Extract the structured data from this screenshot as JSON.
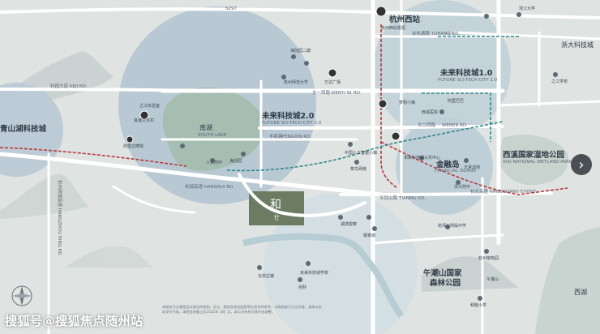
{
  "watermark": "搜狐号@搜狐焦点随州站",
  "nav_arrow": "›",
  "disclaimer": "本图仅为示意图且未按比例绘制，区位、规划及周边配套等信息仅供参考，以政府部门公示为准，具体以实际交付为准。本图信息截止至2022年【4】月，本公司有权对其作出调整。",
  "project": {
    "name": "和",
    "sub": "ㄝ"
  },
  "roads": {
    "s297": "S297",
    "kejiyuan": "科园大道 KEJI RD.",
    "wenyi_xi": "文一西路",
    "wenyi_xi_en": "WENYI W. RD.",
    "wener_xi": "文二西路",
    "wener_xi_en": "WENER RD.",
    "fengxin": "丰新路",
    "fengxin_en": "FENGXIN RD.",
    "hangzhou_rd": "杭瑞高速 HANGRUI RD.",
    "tianmushan": "天目山路",
    "tianmushan_en": "TIANMU RD.",
    "yuhang": "余杭塘路",
    "yuhang_en": "YUHANG RD.",
    "hangchang": "杭长高速 HANGCHANG EXPWY",
    "left_vertical": "杭州绕城高速 HANGZHOU RING RD.",
    "hangzhou_west_line": "杭州西站"
  },
  "areas": {
    "qingshanhu": "青山湖科技城",
    "nanhu": "南湖",
    "nanhu_en": "SOUTH LAKE",
    "weilai_2": "未来科技城2.0",
    "weilai_2_en": "FUTURE SCI-TECH CITY 2.0",
    "weilai_1": "未来科技城1.0",
    "weilai_1_en": "FUTURE SCI-TECH CITY 1.0",
    "zhejiang_uni": "浙大科技城",
    "jinrongdao": "金融岛",
    "jinrongdao_en": "FINANCIAL ISLAND",
    "xixi": "西溪国家湿地公园",
    "xixi_en": "XIXI NATIONAL WETLAND PARK",
    "wuchaoshan": "午潮山国家",
    "wuchaoshan_2": "森林公园",
    "xihu": "西湖",
    "hangzhou_west": "杭州西站"
  },
  "pois": [
    "之江实验室",
    "良渚文化村",
    "阿里达摩院",
    "人大附中",
    "海创园",
    "万达广场",
    "梦想小镇",
    "杭州师范大学",
    "中国人工智能小镇",
    "菜鸟网络",
    "未来科技城公共中心",
    "阿里巴巴",
    "海创园二期",
    "浙江大学",
    "杭师大附属中学",
    "湖滨银泰",
    "银泰城",
    "五常湿地",
    "杭州植物园",
    "浙大附中",
    "之江学校",
    "杭州西站枢纽",
    "未来科技城学校",
    "仓前古镇",
    "西溪医院",
    "闲林",
    "和睦小学",
    "午潮山"
  ],
  "colors": {
    "ground": "#dfe3e2",
    "circle": "#b5c7d3",
    "lake": "#a7bfb4",
    "road": "#ffffff",
    "rail_red": "#b83a3a",
    "metro_teal": "#2f8a8a",
    "project": "#6b7c62"
  }
}
